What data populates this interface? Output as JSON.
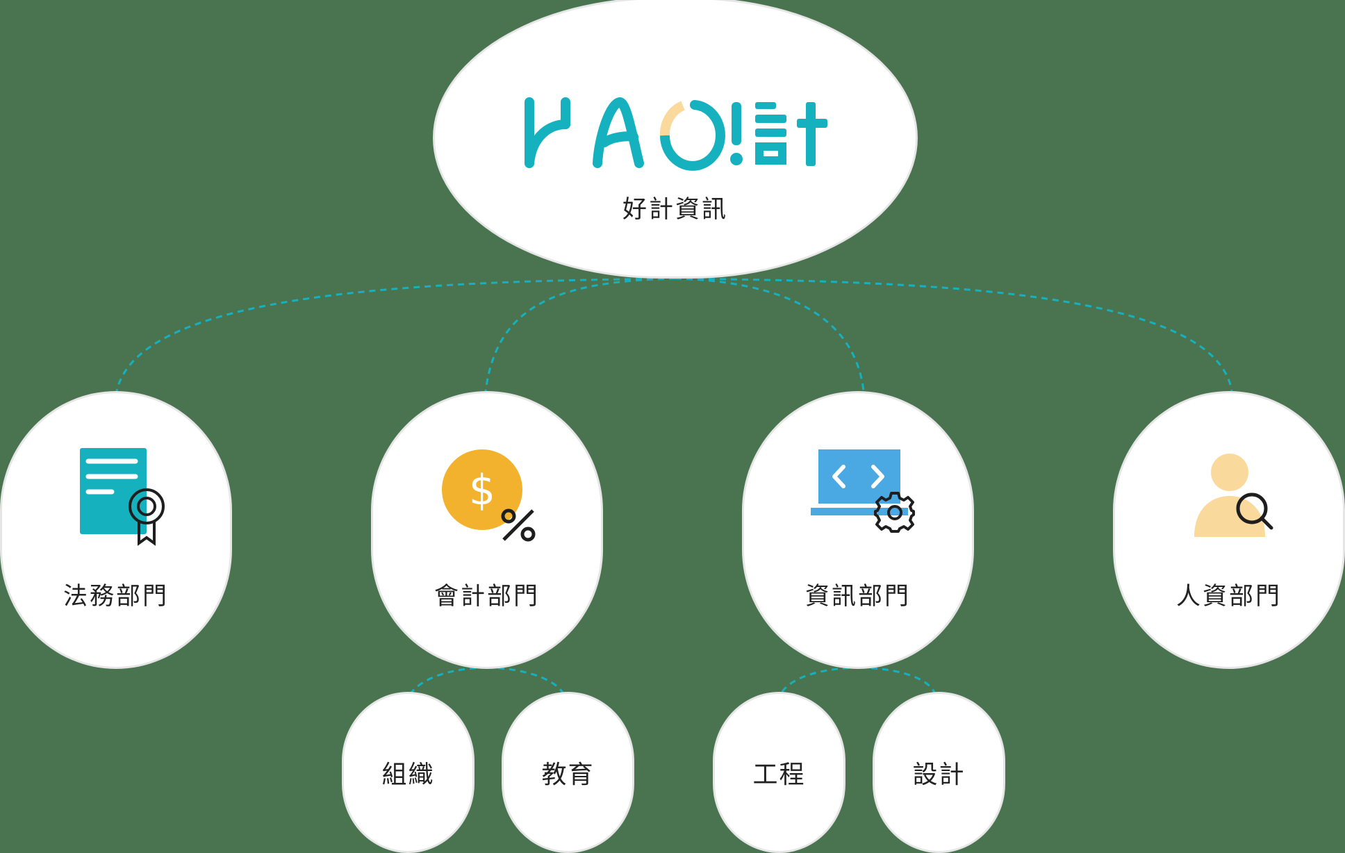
{
  "colors": {
    "background": "#4A7350",
    "node_fill": "#FFFFFF",
    "node_border": "#E6E6E6",
    "connector": "#16B1BF",
    "brand_teal": "#16B1BF",
    "brand_peach": "#FAD99C",
    "coin_yellow": "#F3B22D",
    "laptop_blue": "#4AA9E3",
    "person_peach": "#FAD99C",
    "outline_dark": "#1E1E1E",
    "text": "#222222"
  },
  "root": {
    "logo_text": "HAO!計",
    "label": "好計資訊"
  },
  "departments": [
    {
      "id": "legal",
      "label": "法務部門",
      "icon": "certificate-document-icon"
    },
    {
      "id": "accounting",
      "label": "會計部門",
      "icon": "dollar-coin-percent-icon"
    },
    {
      "id": "it",
      "label": "資訊部門",
      "icon": "laptop-code-gear-icon"
    },
    {
      "id": "hr",
      "label": "人資部門",
      "icon": "person-search-icon"
    }
  ],
  "sub_units": {
    "accounting": [
      {
        "label": "組織"
      },
      {
        "label": "教育"
      }
    ],
    "it": [
      {
        "label": "工程"
      },
      {
        "label": "設計"
      }
    ]
  }
}
